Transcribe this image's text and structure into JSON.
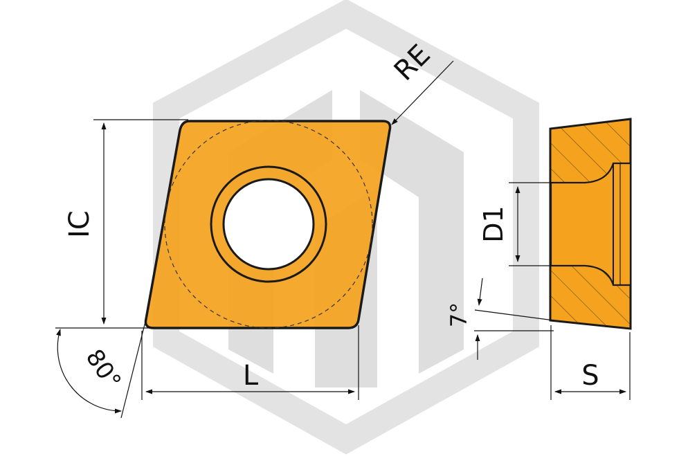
{
  "colors": {
    "insert_fill": "#F5A21F",
    "outline": "#1a1a1a",
    "watermark": "#e0e0e0",
    "background": "#ffffff"
  },
  "watermark": {
    "icon": "hexagon-logo-icon"
  },
  "labels": {
    "ic": "IC",
    "l": "L",
    "re": "RE",
    "d1": "D1",
    "s": "S",
    "angle_corner": "80°",
    "angle_clearance": "7°"
  }
}
